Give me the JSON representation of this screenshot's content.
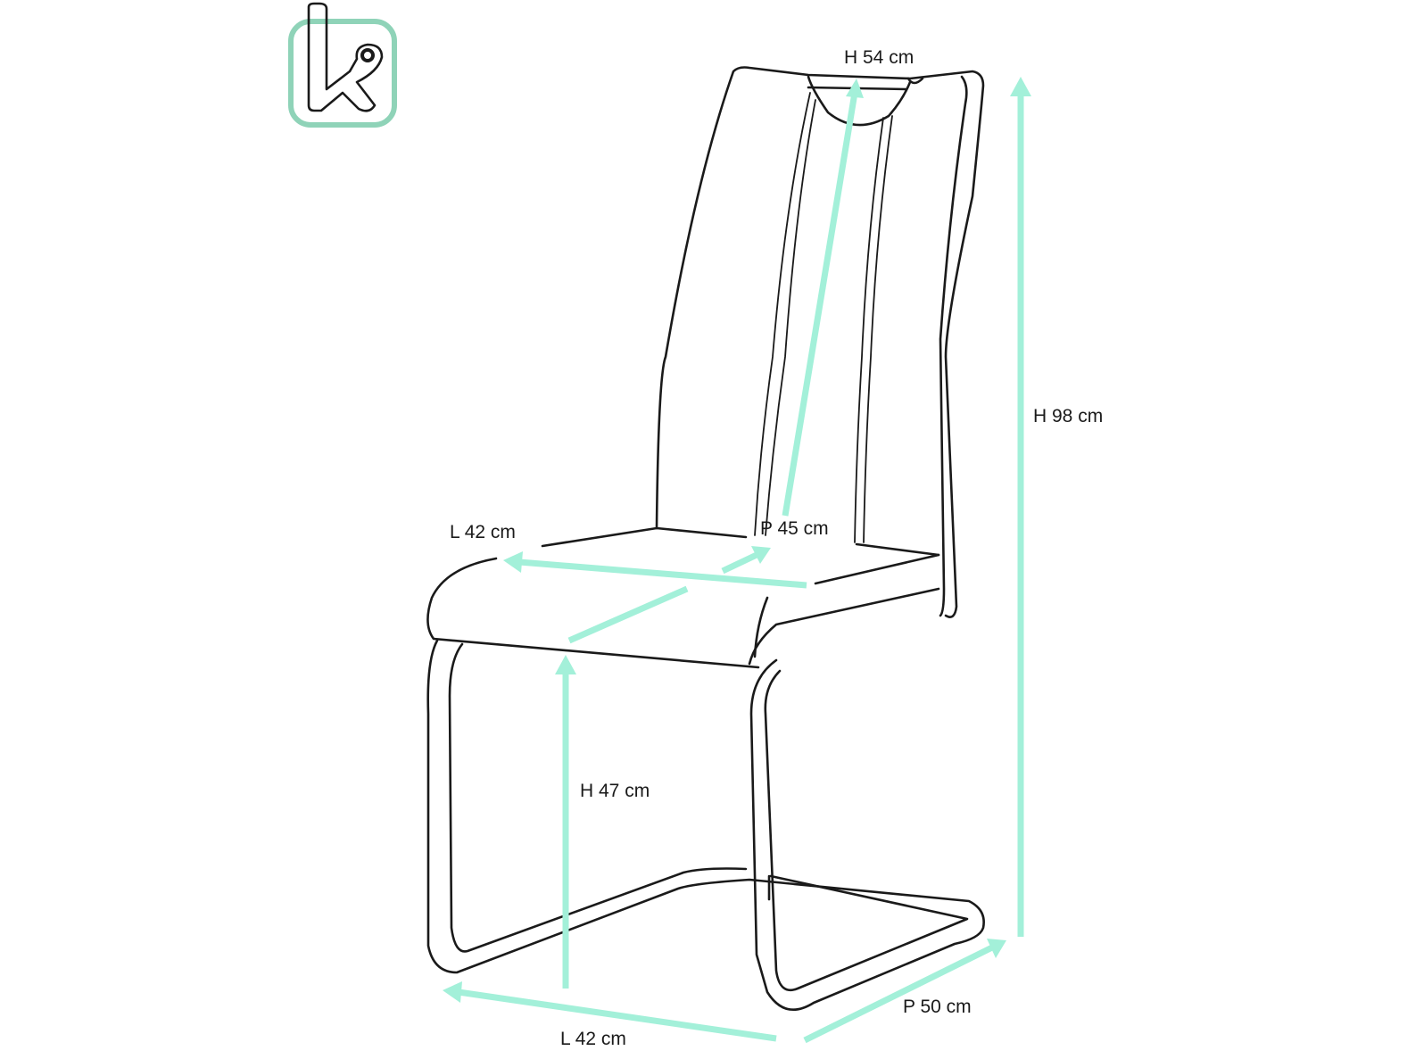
{
  "colors": {
    "accent": "#a3f0d9",
    "outline": "#1a1a1a",
    "logo_frame": "#8fd3b8"
  },
  "logo": {
    "icon": "brand-logo-icon"
  },
  "dimensions": {
    "back_height": "H 54 cm",
    "total_height": "H 98 cm",
    "seat_width": "L 42 cm",
    "seat_depth": "P 45 cm",
    "seat_height": "H 47 cm",
    "base_width": "L 42 cm",
    "base_depth": "P 50 cm"
  }
}
